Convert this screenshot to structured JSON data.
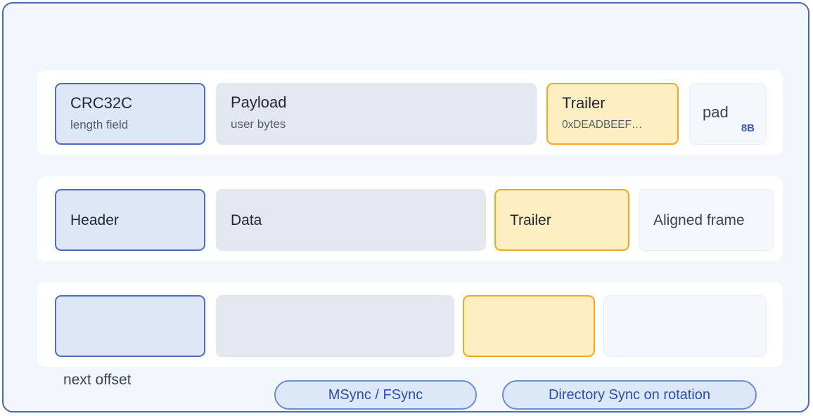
{
  "frame": {
    "border_color": "#4a66b5",
    "background": "#f2f6fd"
  },
  "rows": [
    {
      "name": "record-layout-row",
      "segments": [
        {
          "key": "crc",
          "title": "CRC32C",
          "subtitle": "length field",
          "style": "blue"
        },
        {
          "key": "payload",
          "title": "Payload",
          "subtitle": "user bytes",
          "style": "grey"
        },
        {
          "key": "trailer",
          "title": "Trailer",
          "subtitle": "0xDEADBEEF…",
          "style": "yellow"
        },
        {
          "key": "pad",
          "title": "pad",
          "badge": "8B",
          "style": "pale"
        }
      ]
    },
    {
      "name": "frame-layout-row",
      "segments": [
        {
          "key": "header",
          "title": "Header",
          "style": "blue"
        },
        {
          "key": "data",
          "title": "Data",
          "style": "grey"
        },
        {
          "key": "trailer",
          "title": "Trailer",
          "style": "yellow"
        },
        {
          "key": "aligned",
          "title": "Aligned frame",
          "style": "pale"
        }
      ]
    },
    {
      "name": "next-record-row",
      "segments": [
        {
          "key": "slot-a",
          "title": "",
          "style": "blue"
        },
        {
          "key": "slot-b",
          "title": "",
          "style": "grey"
        },
        {
          "key": "slot-c",
          "title": "",
          "style": "yellow"
        },
        {
          "key": "slot-d",
          "title": "",
          "style": "pale"
        }
      ]
    }
  ],
  "footer": {
    "next_offset_label": "next offset",
    "pills": [
      {
        "key": "msync",
        "label": "MSync / FSync"
      },
      {
        "key": "dirsync",
        "label": "Directory Sync on rotation"
      }
    ]
  },
  "colors": {
    "blue_border": "#4a6cba",
    "blue_fill": "#dde7f6",
    "grey_fill": "#e2e7f0",
    "yellow_border": "#f2a81e",
    "yellow_fill": "#fdefc2",
    "pale_fill": "#f4f7fc",
    "pill_text": "#2d4fa8",
    "badge_text": "#3a5bb5"
  }
}
